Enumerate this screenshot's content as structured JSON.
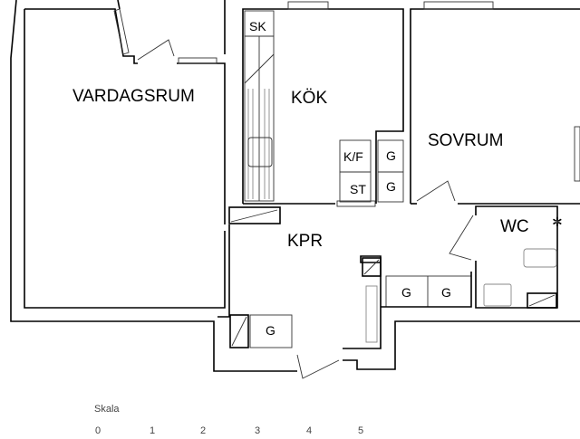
{
  "rooms": {
    "living_room": "VARDAGSRUM",
    "kitchen": "KÖK",
    "bedroom": "SOVRUM",
    "hallway": "KPR",
    "bathroom": "WC"
  },
  "fixtures": {
    "sk": "SK",
    "kf": "K/F",
    "st": "ST",
    "g_kitchen_1": "G",
    "g_kitchen_2": "G",
    "g_hall_1": "G",
    "g_hall_2": "G",
    "g_hall_3": "G"
  },
  "scale": {
    "label": "Skala",
    "ticks": [
      "0",
      "1",
      "2",
      "3",
      "4",
      "5"
    ]
  }
}
